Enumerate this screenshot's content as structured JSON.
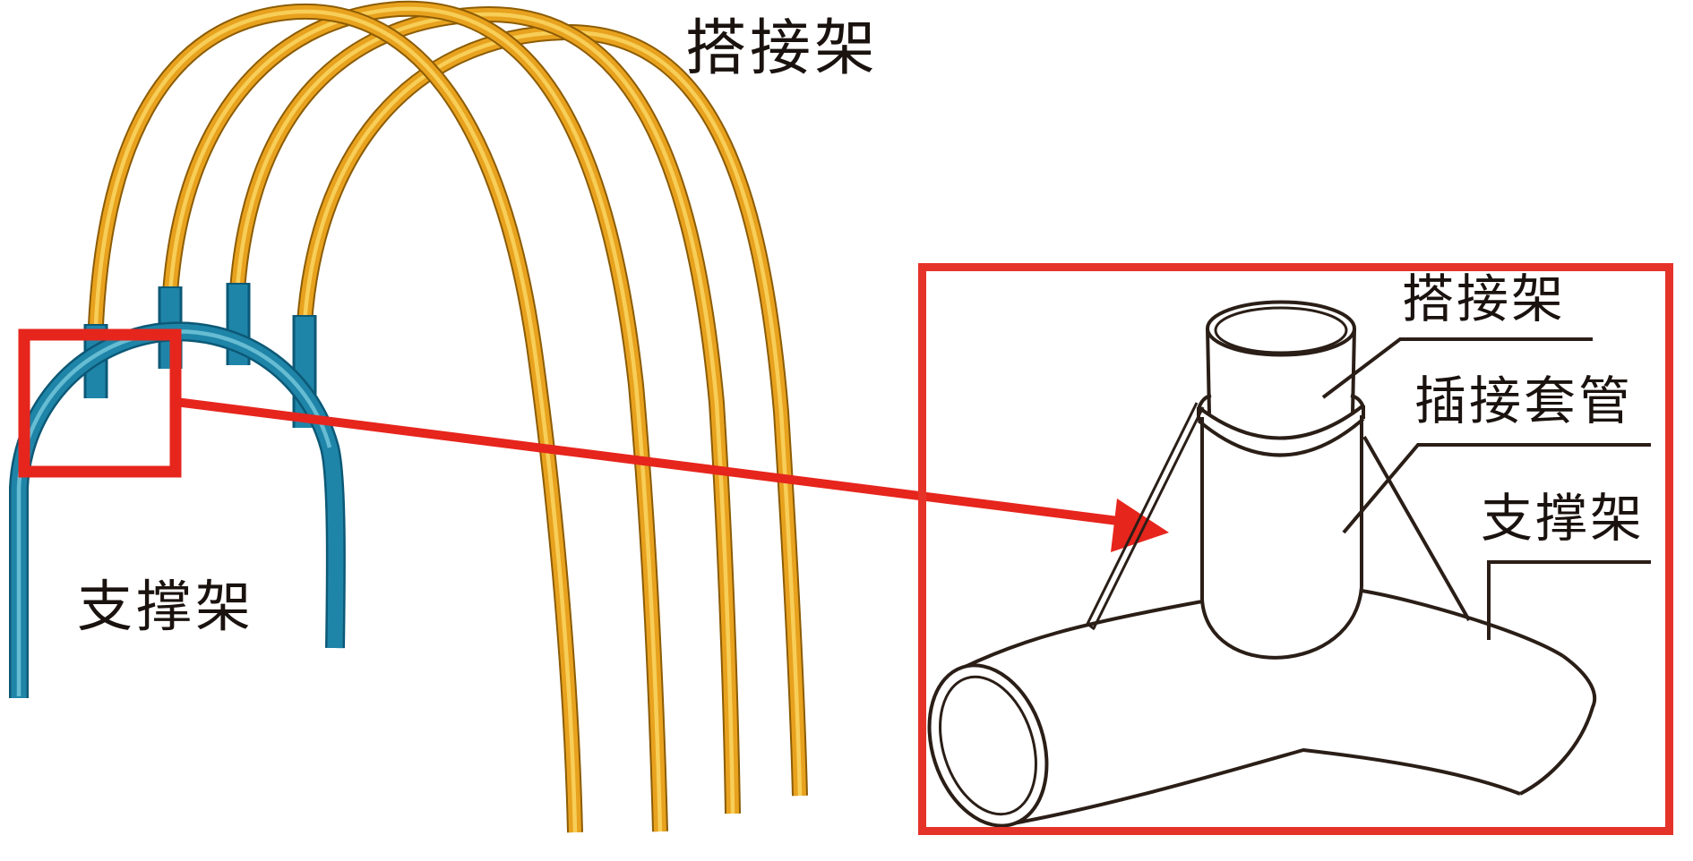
{
  "scene": {
    "overview": {
      "label_top": "搭接架",
      "label_bottom": "支撑架"
    },
    "detail": {
      "label_lap_frame": "搭接架",
      "label_sleeve": "插接套管",
      "label_support_frame": "支撑架"
    },
    "colors": {
      "background": "#FFFFFF",
      "gold": "#E8A21E",
      "gold_dark": "#8C5C05",
      "gold_light": "#F7CE57",
      "teal": "#1F85A8",
      "teal_dark": "#0C5977",
      "teal_light": "#66BCD2",
      "red": "#E6251D",
      "panel_border_red": "#E63329",
      "line": "#2A1E17",
      "text": "#1A120E"
    }
  }
}
